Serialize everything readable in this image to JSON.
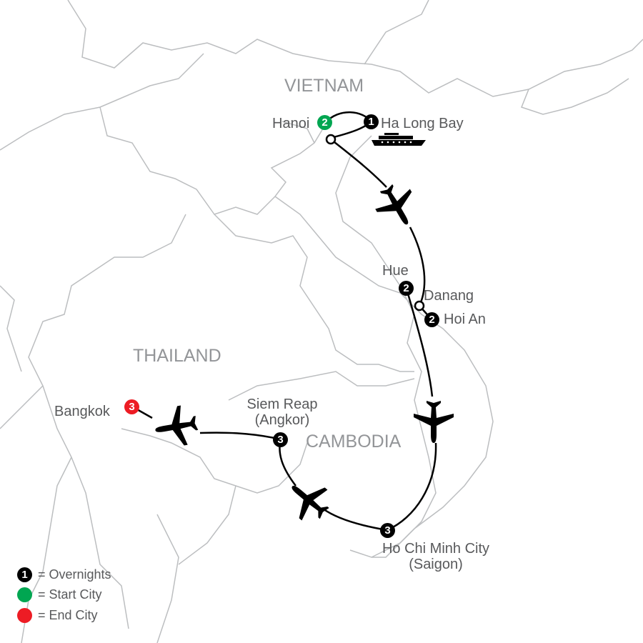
{
  "colors": {
    "overnight": "#000000",
    "start": "#00a651",
    "end": "#ed1c24",
    "border": "#bcbec0",
    "label": "#58595b",
    "country": "#939598"
  },
  "countries": {
    "vietnam": "VIETNAM",
    "thailand": "THAILAND",
    "cambodia": "CAMBODIA"
  },
  "cities": {
    "hanoi": {
      "name": "Hanoi",
      "nights": "2"
    },
    "halong": {
      "name": "Ha Long Bay",
      "nights": "1"
    },
    "hue": {
      "name": "Hue",
      "nights": "2"
    },
    "danang": {
      "name": "Danang"
    },
    "hoian": {
      "name": "Hoi An",
      "nights": "2"
    },
    "hcmc": {
      "name": "Ho Chi Minh City",
      "name2": "(Saigon)",
      "nights": "3"
    },
    "siemreap": {
      "name": "Siem Reap",
      "name2": "(Angkor)",
      "nights": "3"
    },
    "bangkok": {
      "name": "Bangkok",
      "nights": "3"
    }
  },
  "legend": {
    "overnights": {
      "marker": "1",
      "label": "= Overnights"
    },
    "start": {
      "label": "= Start City"
    },
    "end": {
      "label": "= End City"
    }
  },
  "icons": {
    "plane": "airplane-icon",
    "cruise": "cruise-ship-icon"
  }
}
